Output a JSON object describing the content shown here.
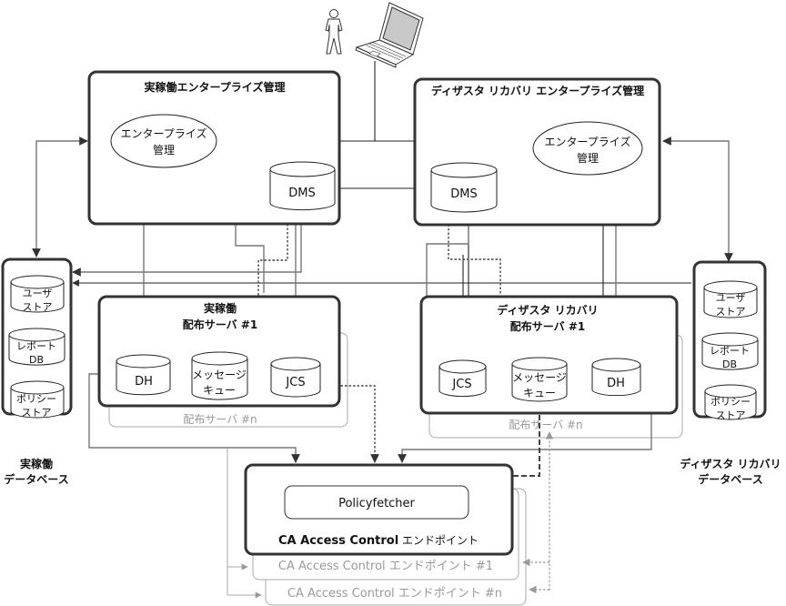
{
  "diagram": {
    "top_icons": {
      "user": "person-icon",
      "console": "laptop-icon"
    },
    "production_em": {
      "title": "実稼働エンタープライズ管理",
      "em_node": [
        "エンタープライズ",
        "管理"
      ],
      "dms": "DMS"
    },
    "dr_em": {
      "title": "ディザスタ リカバリ エンタープライズ管理",
      "em_node": [
        "エンタープライズ",
        "管理"
      ],
      "dms": "DMS"
    },
    "production_db": {
      "stores": [
        {
          "lines": [
            "ユーザ",
            "ストア"
          ]
        },
        {
          "lines": [
            "レポート",
            "DB"
          ]
        },
        {
          "lines": [
            "ポリシー",
            "ストア"
          ]
        }
      ],
      "label": [
        "実稼働",
        "データベース"
      ]
    },
    "dr_db": {
      "stores": [
        {
          "lines": [
            "ユーザ",
            "ストア"
          ]
        },
        {
          "lines": [
            "レポート",
            "DB"
          ]
        },
        {
          "lines": [
            "ポリシー",
            "ストア"
          ]
        }
      ],
      "label": [
        "ディザスタ リカバリ",
        "データベース"
      ]
    },
    "production_ds": {
      "title": [
        "実稼働",
        "配布サーバ #1"
      ],
      "dh": "DH",
      "mq": [
        "メッセージ",
        "キュー"
      ],
      "jcs": "JCS",
      "ghost": "配布サーバ #n"
    },
    "dr_ds": {
      "title": [
        "ディザスタ リカバリ",
        "配布サーバ #1"
      ],
      "jcs": "JCS",
      "mq": [
        "メッセージ",
        "キュー"
      ],
      "dh": "DH",
      "ghost": "配布サーバ #n"
    },
    "endpoint": {
      "policyfetcher": "Policyfetcher",
      "title_bold": "CA Access Control",
      "title_rest": " エンドポイント",
      "ghost1": "CA Access Control エンドポイント #1",
      "ghostn": "CA Access Control エンドポイント #n"
    }
  }
}
